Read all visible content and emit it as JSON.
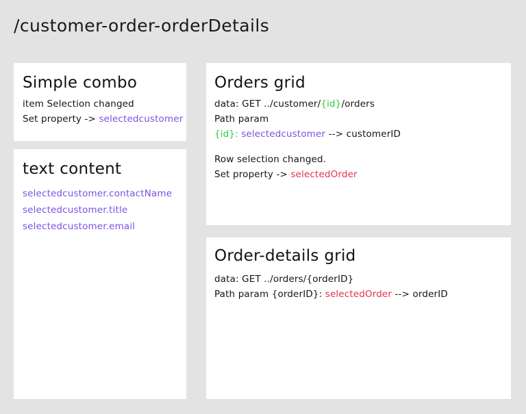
{
  "page": {
    "title": "/customer-order-orderDetails",
    "background_color": "#e3e3e3",
    "card_color": "#ffffff"
  },
  "colors": {
    "purple": "#7a52e1",
    "green": "#2ecb3f",
    "red": "#e6304c",
    "text": "#141414"
  },
  "cards": {
    "simple_combo": {
      "heading": "Simple combo",
      "lines": {
        "l1": "item Selection changed",
        "l2_prefix": "Set property ->",
        "l2_value": "selectedcustomer"
      }
    },
    "text_content": {
      "heading": "text content",
      "bindings": [
        "selectedcustomer.contactName",
        "selectedcustomer.title",
        "selectedcustomer.email"
      ]
    },
    "orders_grid": {
      "heading": "Orders grid",
      "data_label": "data:  GET ../customer/",
      "data_param": "{id}",
      "data_suffix": "/orders",
      "path_param_label": "Path  param",
      "mapping_key": "{id}:",
      "mapping_value": "selectedcustomer",
      "mapping_arrow_target": "--> customerID",
      "event_line": "Row selection changed.",
      "set_prefix": "Set property ->",
      "set_value": "selectedOrder"
    },
    "order_details_grid": {
      "heading": "Order-details grid",
      "data_line": "data:  GET ../orders/{orderID}",
      "path_prefix": "Path param {orderID}:",
      "path_value": "selectedOrder",
      "path_suffix": "--> orderID"
    }
  }
}
